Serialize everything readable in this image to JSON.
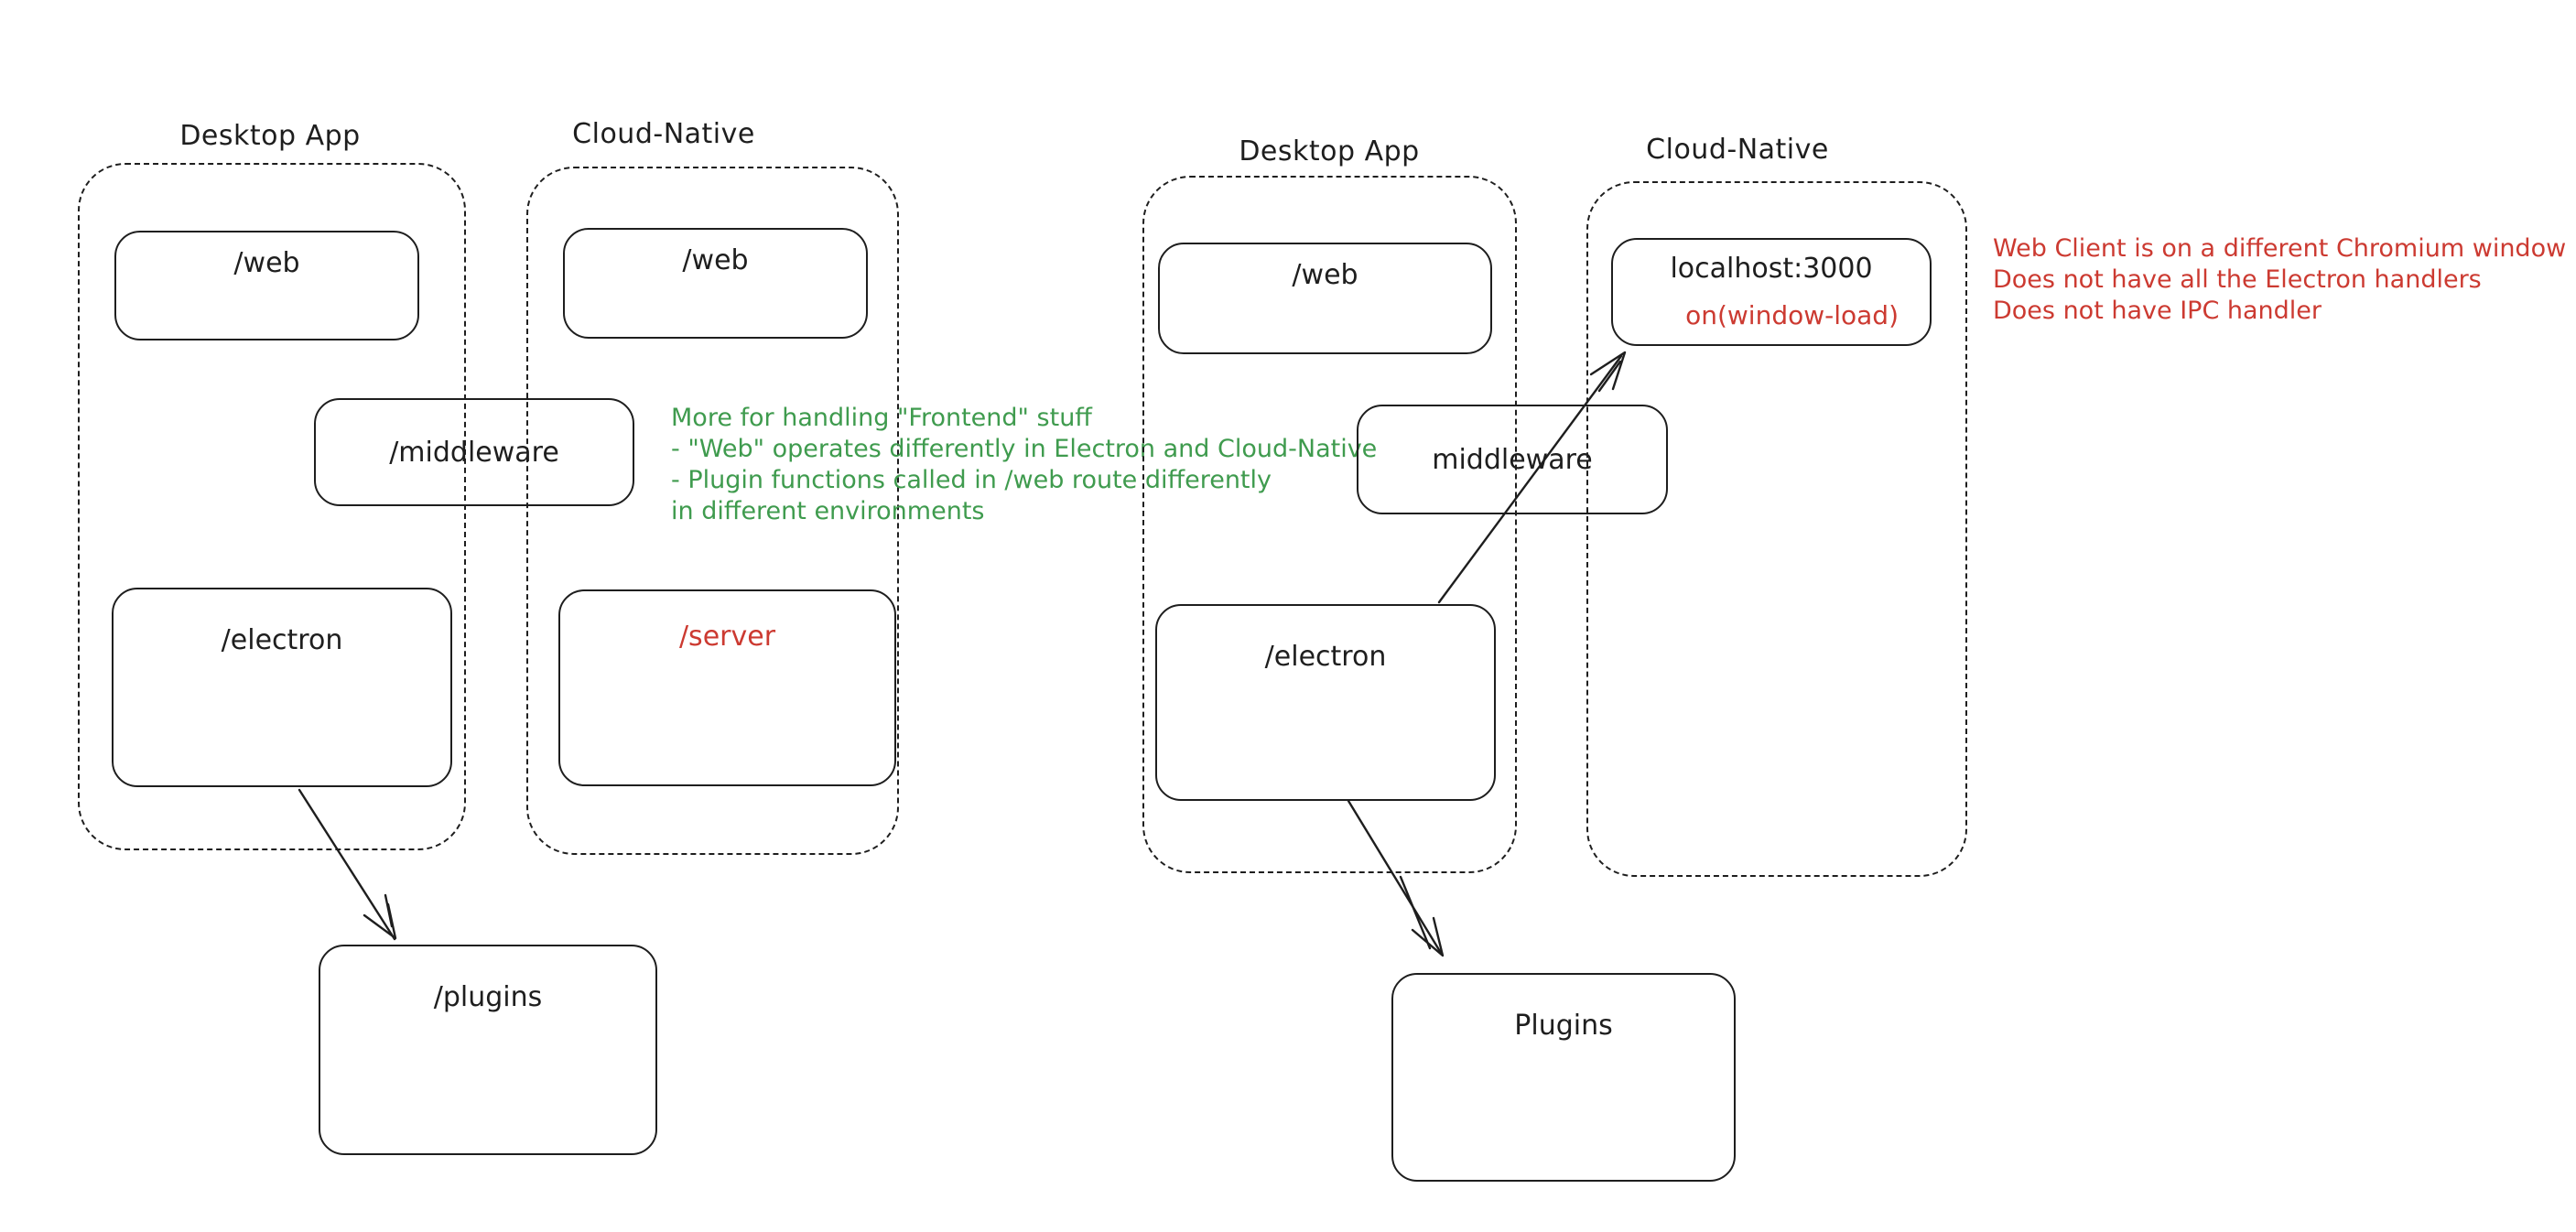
{
  "colors": {
    "stroke": "#1e1e1e",
    "background": "#ffffff",
    "green_note": "#3f9b4e",
    "red_note": "#cc3a31"
  },
  "left_diagram": {
    "desktop_app": {
      "label": "Desktop App",
      "web_box": "/web",
      "electron_box": "/electron"
    },
    "cloud_native": {
      "label": "Cloud-Native",
      "web_box": "/web",
      "server_box": "/server"
    },
    "middleware_box": "/middleware",
    "plugins_box": "/plugins",
    "green_note": {
      "lines": [
        "More for handling \"Frontend\" stuff",
        "- \"Web\" operates differently in Electron and Cloud-Native",
        "- Plugin functions called in /web route differently",
        "in different environments"
      ]
    },
    "connections": [
      {
        "from": "/electron",
        "to": "/plugins"
      }
    ]
  },
  "right_diagram": {
    "desktop_app": {
      "label": "Desktop App",
      "web_box": "/web",
      "electron_box": "/electron"
    },
    "cloud_native": {
      "label": "Cloud-Native",
      "localhost_box": "localhost:3000",
      "window_load_label": "on(window-load)"
    },
    "middleware_box": "middleware",
    "plugins_box": "Plugins",
    "red_note": {
      "lines": [
        "Web Client is on a different Chromium window",
        "Does not have all the Electron handlers",
        "Does not have IPC handler"
      ]
    },
    "connections": [
      {
        "from": "/electron",
        "to": "localhost:3000"
      },
      {
        "from": "/electron",
        "to": "Plugins"
      }
    ]
  }
}
